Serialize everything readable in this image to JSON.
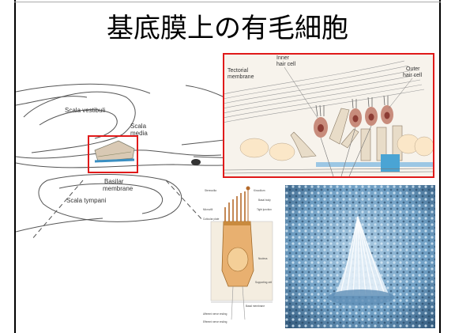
{
  "slide": {
    "title": "基底膜上の有毛細胞"
  },
  "cochlea_figure": {
    "labels": {
      "scala_vestibuli": "Scala vestibuli",
      "scala_media": "Scala\nmedia",
      "basilar_membrane": "Basilar\nmembrane",
      "scala_tympani": "Scala tympani"
    },
    "highlight_color": "#e01a1a"
  },
  "organ_figure": {
    "labels": {
      "tectorial": "Tectorial\nmembrane",
      "inner_hair": "Inner\nhair cell",
      "outer_hair": "Outer\nhair cell"
    },
    "border_color": "#e01a1a"
  },
  "hair_cell_figure": {
    "labels": {
      "stereocilia": "Stereocilia",
      "kinocilium": "Kinocilium",
      "basal_body": "Basal body",
      "microvilli": "Microvilli",
      "cuticular_plate": "Cuticular plate",
      "tight_junction": "Tight junction",
      "nucleus": "Nucleus",
      "supporting_cell": "Supporting cell",
      "basal_membrane": "Basal membrane",
      "afferent": "Afferent nerve ending",
      "efferent": "Efferent nerve ending"
    }
  },
  "sem_image": {
    "tint": "#7fb2d6"
  }
}
